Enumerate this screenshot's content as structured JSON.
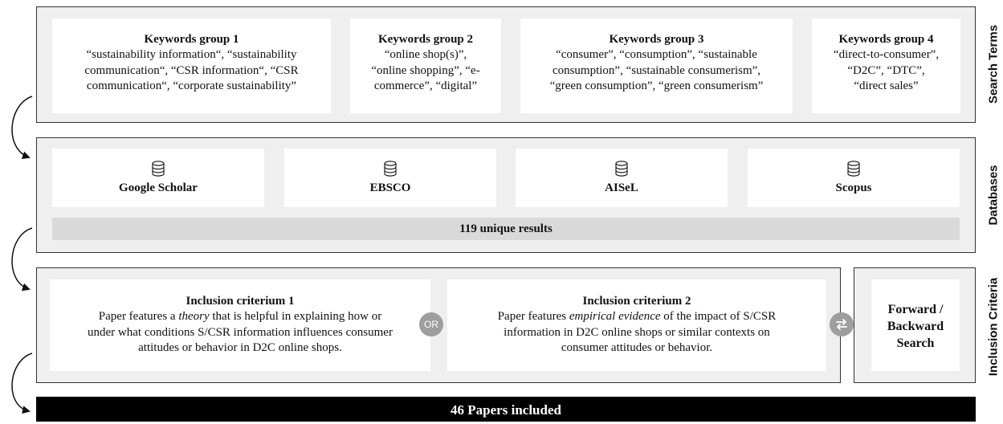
{
  "section_labels": {
    "search_terms": "Search Terms",
    "databases": "Databases",
    "inclusion_criteria": "Inclusion Criteria"
  },
  "keyword_groups": [
    {
      "title": "Keywords group 1",
      "lines": [
        "“sustainability information“, “sustainability",
        "communication“, “CSR information“, “CSR",
        "communication“, “corporate sustainability”"
      ]
    },
    {
      "title": "Keywords group 2",
      "lines": [
        "“online shop(s)”,",
        "“online shopping”, “e-",
        "commerce”, “digital”"
      ]
    },
    {
      "title": "Keywords group 3",
      "lines": [
        "“consumer”, “consumption”, “sustainable",
        "consumption”, “sustainable consumerism”,",
        "“green consumption”, “green consumerism”"
      ]
    },
    {
      "title": "Keywords group 4",
      "lines": [
        "“direct-to-consumer”,",
        "“D2C”, “DTC”,",
        "“direct sales”"
      ]
    }
  ],
  "databases": [
    {
      "name": "Google Scholar",
      "icon": "database-icon"
    },
    {
      "name": "EBSCO",
      "icon": "database-icon"
    },
    {
      "name": "AISeL",
      "icon": "database-icon"
    },
    {
      "name": "Scopus",
      "icon": "database-icon"
    }
  ],
  "unique_results": "119 unique results",
  "criteria": [
    {
      "title": "Inclusion criterium 1",
      "pre": "Paper features a ",
      "em": "theory",
      "post": " that is helpful in explaining how or",
      "lines": [
        "under what conditions S/CSR information influences consumer",
        "attitudes or behavior in D2C online shops."
      ]
    },
    {
      "title": "Inclusion criterium 2",
      "pre": "Paper features ",
      "em": "empirical evidence",
      "post": " of the impact of S/CSR",
      "lines": [
        "information in D2C online shops or similar contexts on",
        "consumer attitudes or behavior."
      ]
    }
  ],
  "or_label": "OR",
  "forward_backward": [
    "Forward /",
    "Backward",
    "Search"
  ],
  "final_label": "46 Papers included",
  "colors": {
    "panel": "#efefef",
    "border": "#333333",
    "results_bar": "#d9d9d9",
    "circle": "#9e9e9e",
    "final": "#000000"
  }
}
